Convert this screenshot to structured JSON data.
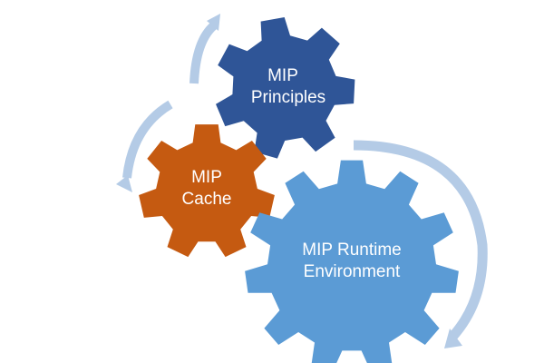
{
  "colors": {
    "background": "#ffffff",
    "principles_gear": "#2F5597",
    "cache_gear": "#C55A11",
    "runtime_gear": "#5B9BD5",
    "arrow": "#B4CBE6",
    "label_text": "#ffffff"
  },
  "gears": [
    {
      "id": "principles",
      "lines": [
        "MIP",
        "Principles"
      ]
    },
    {
      "id": "cache",
      "lines": [
        "MIP",
        "Cache"
      ]
    },
    {
      "id": "runtime",
      "lines": [
        "MIP Runtime",
        "Environment"
      ]
    }
  ],
  "arrows": [
    {
      "id": "cache-to-principles",
      "direction": "clockwise"
    },
    {
      "id": "principles-to-runtime",
      "direction": "clockwise"
    },
    {
      "id": "runtime-downward",
      "direction": "clockwise"
    }
  ]
}
